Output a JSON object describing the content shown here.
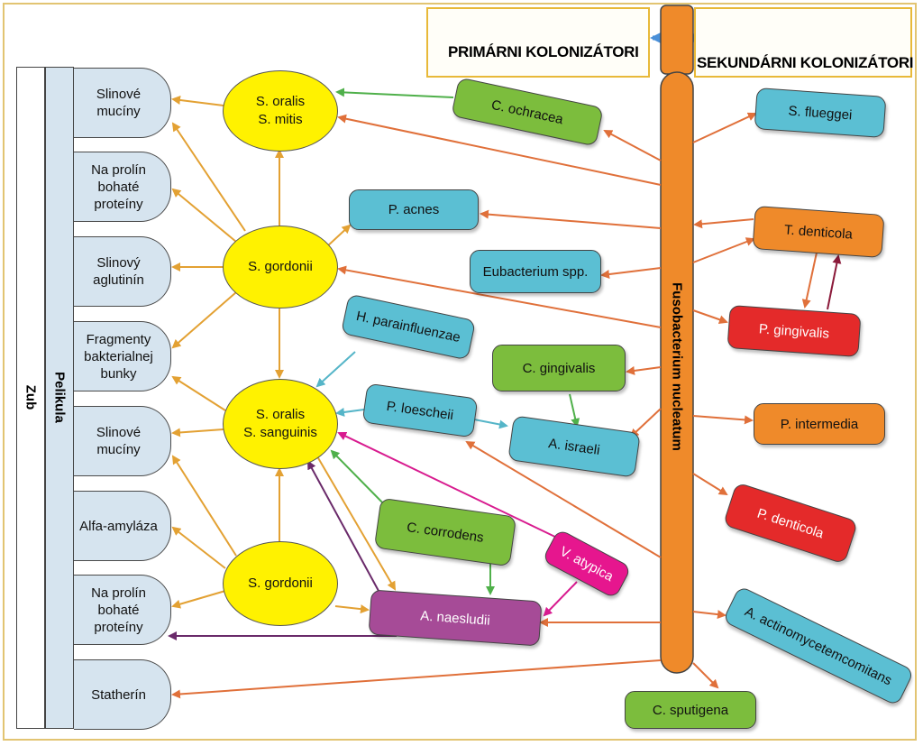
{
  "legend": {
    "primary_label": "PRIMÁRNI KOLONIZÁTORI",
    "secondary_label": "SEKUNDÁRNI KOLONIZÁTORI"
  },
  "tooth_label": "Zub",
  "pellicle_label": "Pelikula",
  "receptors": [
    {
      "id": "r1",
      "lines": [
        "Slinové",
        "mucíny"
      ]
    },
    {
      "id": "r2",
      "lines": [
        "Na prolín",
        "bohaté",
        "proteíny"
      ]
    },
    {
      "id": "r3",
      "lines": [
        "Slinový",
        "aglutinín"
      ]
    },
    {
      "id": "r4",
      "lines": [
        "Fragmenty",
        "bakterialnej",
        "bunky"
      ]
    },
    {
      "id": "r5",
      "lines": [
        "Slinové",
        "mucíny"
      ]
    },
    {
      "id": "r6",
      "lines": [
        "Alfa-amyláza"
      ]
    },
    {
      "id": "r7",
      "lines": [
        "Na prolín",
        "bohaté",
        "proteíny"
      ]
    },
    {
      "id": "r8",
      "lines": [
        "Statherín"
      ]
    }
  ],
  "streptococci": [
    {
      "id": "e1",
      "lines": [
        "S. oralis",
        "S. mitis"
      ]
    },
    {
      "id": "e2",
      "lines": [
        "S. gordonii"
      ]
    },
    {
      "id": "e3",
      "lines": [
        "S. oralis",
        "S. sanguinis"
      ]
    },
    {
      "id": "e4",
      "lines": [
        "S. gordonii"
      ]
    }
  ],
  "fusobacterium_label": "Fusobacterium nucleatum",
  "bacteria": [
    {
      "id": "b_ochracea",
      "label": "C. ochracea",
      "color": "#7cbd3d"
    },
    {
      "id": "b_acnes",
      "label": "P. acnes",
      "color": "#5bbfd3"
    },
    {
      "id": "b_eubact",
      "label": "Eubacterium spp.",
      "color": "#5bbfd3"
    },
    {
      "id": "b_hpara",
      "label": "H. parainfluenzae",
      "color": "#5bbfd3"
    },
    {
      "id": "b_cging",
      "label": "C. gingivalis",
      "color": "#7cbd3d"
    },
    {
      "id": "b_ploes",
      "label": "P. loescheii",
      "color": "#5bbfd3"
    },
    {
      "id": "b_aisr",
      "label": "A. israeli",
      "color": "#5bbfd3"
    },
    {
      "id": "b_ccorr",
      "label": "C. corrodens",
      "color": "#7cbd3d"
    },
    {
      "id": "b_vatyp",
      "label": "V. atypica",
      "color": "#e6168e"
    },
    {
      "id": "b_anaes",
      "label": "A. naesludii",
      "color": "#a64b97"
    },
    {
      "id": "b_csput",
      "label": "C. sputigena",
      "color": "#7cbd3d"
    },
    {
      "id": "b_sflue",
      "label": "S. flueggei",
      "color": "#5bbfd3"
    },
    {
      "id": "b_tdent",
      "label": "T. denticola",
      "color": "#ef8a2a"
    },
    {
      "id": "b_pging",
      "label": "P. gingivalis",
      "color": "#e42a2a"
    },
    {
      "id": "b_pinter",
      "label": "P. intermedia",
      "color": "#ef8a2a"
    },
    {
      "id": "b_pdent",
      "label": "P. denticola",
      "color": "#e42a2a"
    },
    {
      "id": "b_aact",
      "label": "A. actinomycetemcomitans",
      "color": "#5bbfd3"
    }
  ],
  "colors": {
    "arrow_gold": "#e3a133",
    "arrow_orange": "#e0703a",
    "arrow_green": "#4fb04a",
    "arrow_teal": "#55b5c8",
    "arrow_purple": "#6a2a6a",
    "arrow_pink": "#d81b8f",
    "arrow_maroon": "#8b1a3a",
    "arrow_blue": "#4a90d9",
    "fusobacterium": "#ef8a2a"
  }
}
